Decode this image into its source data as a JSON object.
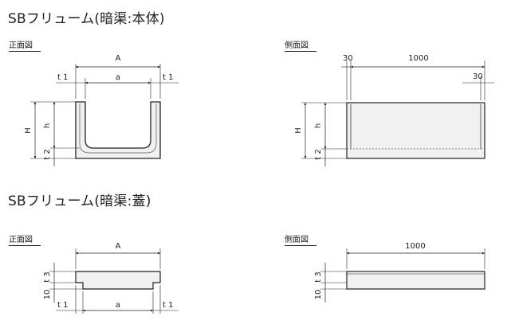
{
  "titles": {
    "body": "SBフリューム(暗渠:本体)",
    "lid": "SBフリューム(暗渠:蓋)"
  },
  "views": {
    "front": "正面図",
    "side": "側面図"
  },
  "dims": {
    "A": "A",
    "a": "a",
    "t1": "t 1",
    "t2": "t 2",
    "t3": "t 3",
    "H": "H",
    "h": "h",
    "ten": "10",
    "thirty": "30",
    "length": "1000"
  }
}
